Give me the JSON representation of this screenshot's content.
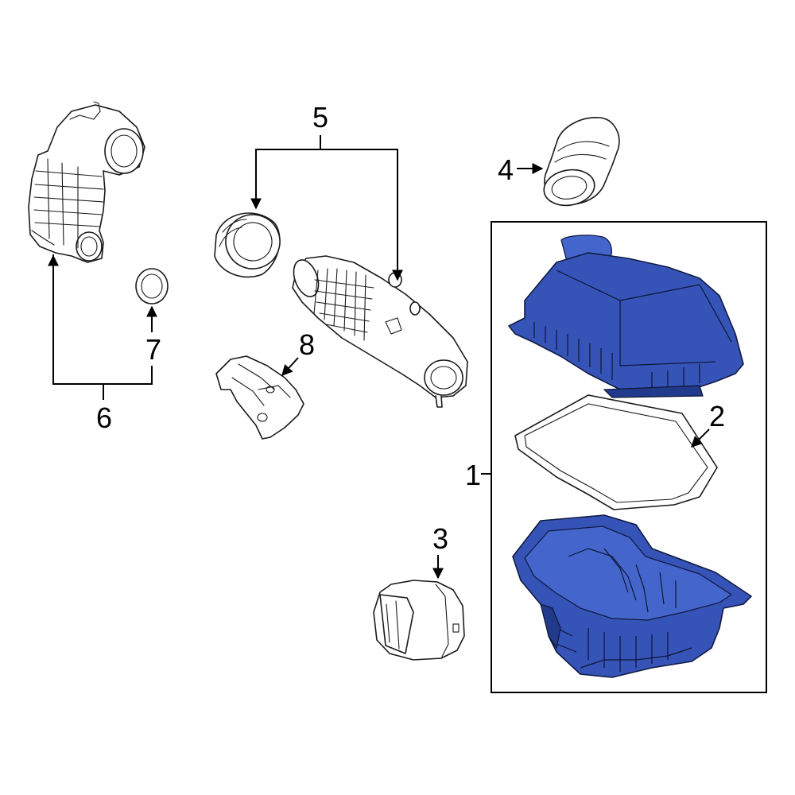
{
  "diagram": {
    "callouts": {
      "c1": "1",
      "c2": "2",
      "c3": "3",
      "c4": "4",
      "c5": "5",
      "c6": "6",
      "c7": "7",
      "c8": "8"
    },
    "highlight_color": "#3654b8",
    "line_color": "#1a1a1a"
  }
}
